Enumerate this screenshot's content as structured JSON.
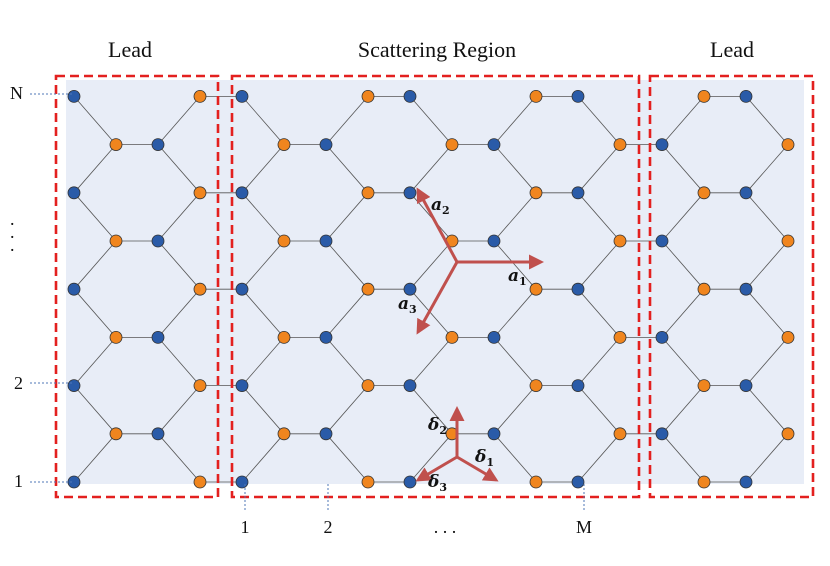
{
  "labels": {
    "lead_left": "Lead",
    "scattering": "Scattering Region",
    "lead_right": "Lead"
  },
  "row_labels": {
    "top": "N",
    "dots": ".\n.\n.",
    "second": "2",
    "first": "1"
  },
  "column_labels": {
    "first": "1",
    "second": "2",
    "dots": ". . .",
    "last": "M"
  },
  "vectors": {
    "a1": {
      "base": "a",
      "sub": "1"
    },
    "a2": {
      "base": "a",
      "sub": "2"
    },
    "a3": {
      "base": "a",
      "sub": "3"
    },
    "d1": {
      "base": "δ",
      "sub": "1"
    },
    "d2": {
      "base": "δ",
      "sub": "2"
    },
    "d3": {
      "base": "δ",
      "sub": "3"
    }
  },
  "colors": {
    "sublattice_a": "#f0851e",
    "sublattice_b": "#2a5ba8",
    "region_fill": "#e8edf7",
    "box": "#e3201f",
    "arrow": "#c0504d"
  }
}
